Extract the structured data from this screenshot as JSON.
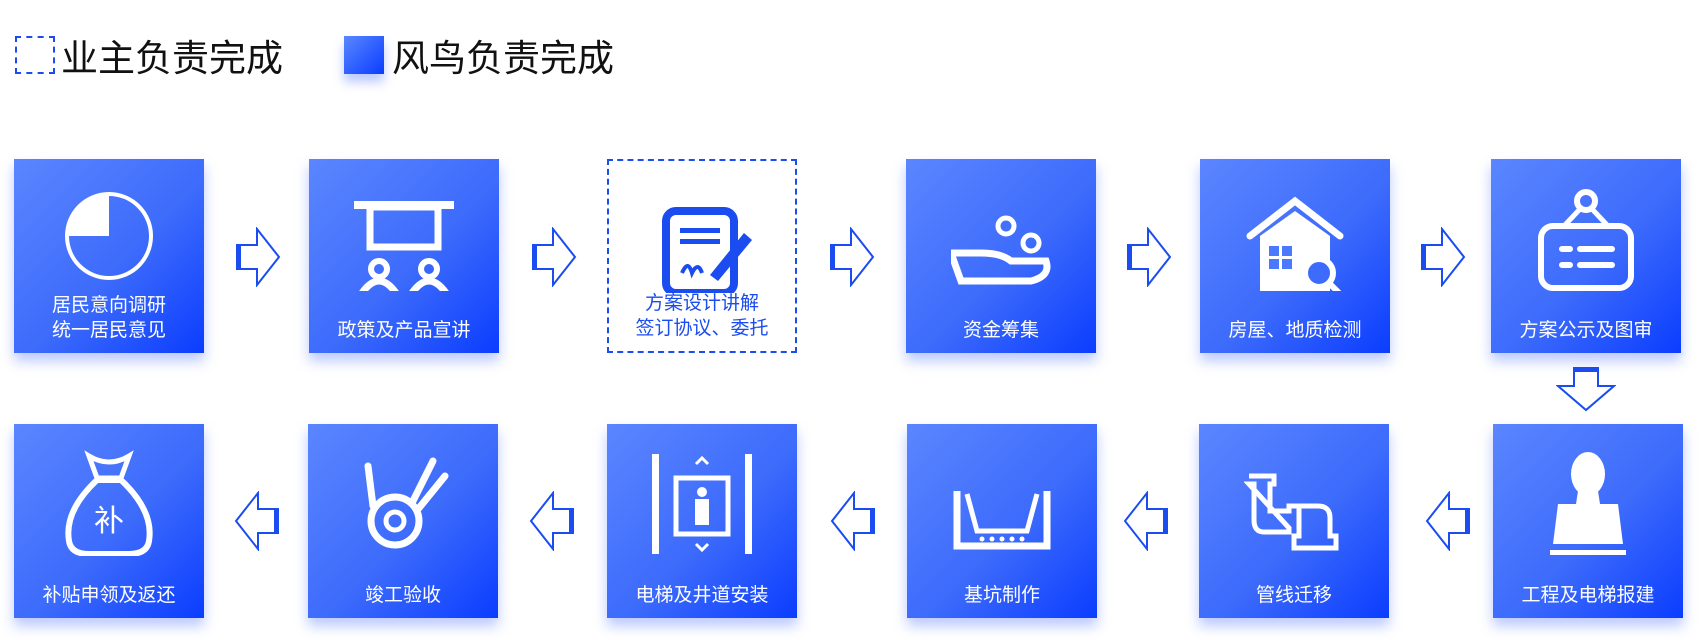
{
  "legend": {
    "owner": "业主负责完成",
    "fengniao": "风鸟负责完成"
  },
  "colors": {
    "accent": "#1a4cf0",
    "gradient_start": "#5b86ff",
    "gradient_end": "#0b3dff"
  },
  "steps": [
    {
      "label": "居民意向调研\n统一居民意见",
      "icon": "pie-chart-icon",
      "owner": "fengniao"
    },
    {
      "label": "政策及产品宣讲",
      "icon": "presentation-icon",
      "owner": "fengniao"
    },
    {
      "label": "方案设计讲解\n签订协议、委托",
      "icon": "sign-document-icon",
      "owner": "owner"
    },
    {
      "label": "资金筹集",
      "icon": "hand-coins-icon",
      "owner": "fengniao"
    },
    {
      "label": "房屋、地质检测",
      "icon": "house-inspect-icon",
      "owner": "fengniao"
    },
    {
      "label": "方案公示及图审",
      "icon": "signboard-icon",
      "owner": "fengniao"
    },
    {
      "label": "工程及电梯报建",
      "icon": "stamp-icon",
      "owner": "fengniao"
    },
    {
      "label": "管线迁移",
      "icon": "pipe-icon",
      "owner": "fengniao"
    },
    {
      "label": "基坑制作",
      "icon": "pit-icon",
      "owner": "fengniao"
    },
    {
      "label": "电梯及井道安装",
      "icon": "elevator-icon",
      "owner": "fengniao"
    },
    {
      "label": "竣工验收",
      "icon": "ok-hand-icon",
      "owner": "fengniao"
    },
    {
      "label": "补贴申领及返还",
      "icon": "money-bag-icon",
      "owner": "fengniao",
      "bag_text": "补"
    }
  ]
}
